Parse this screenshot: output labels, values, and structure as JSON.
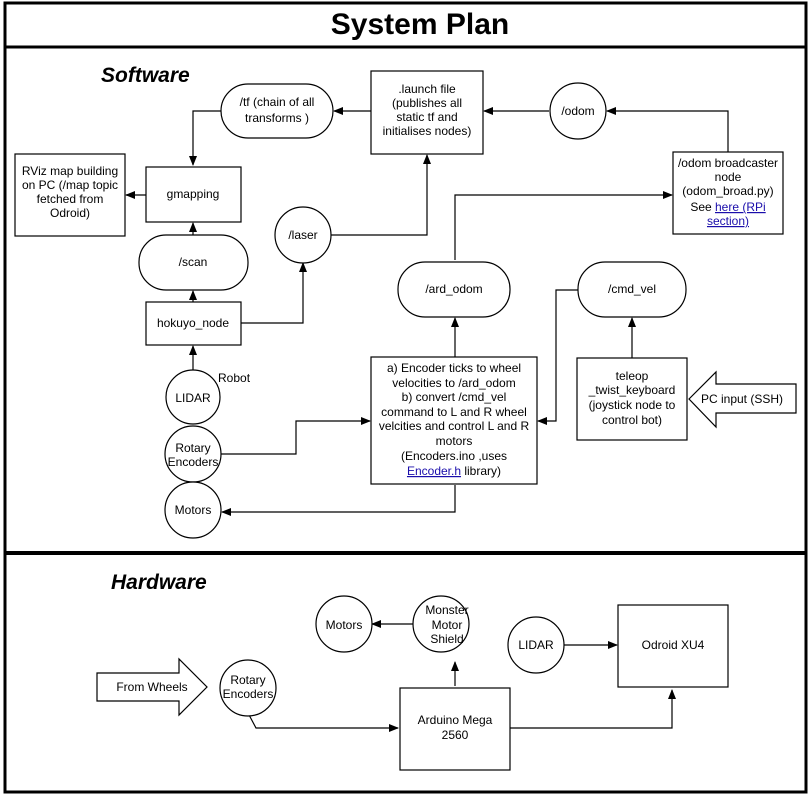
{
  "title": "System Plan",
  "sections": {
    "software": "Software",
    "hardware": "Hardware"
  },
  "colors": {
    "line": "#000000",
    "background": "#ffffff",
    "link": "#1a0dab"
  },
  "software": {
    "tf": [
      "/tf (chain of all",
      "transforms )"
    ],
    "launch": [
      ".launch file",
      "(publishes all",
      "static tf and",
      "initialises nodes)"
    ],
    "odom": "/odom",
    "rviz": [
      "RViz map building",
      "on PC (/map topic",
      "fetched from",
      "Odroid)"
    ],
    "gmapping": "gmapping",
    "odom_broadcaster": [
      "/odom broadcaster",
      "node",
      "(odom_broad.py)",
      "See"
    ],
    "odom_broadcaster_link": [
      "here (RPi",
      "section)"
    ],
    "scan": "/scan",
    "laser": "/laser",
    "ard_odom": "/ard_odom",
    "cmd_vel": "/cmd_vel",
    "hokuyo": "hokuyo_node",
    "robot_label": "Robot",
    "lidar": "LIDAR",
    "rotary_encoders": [
      "Rotary",
      "Encoders"
    ],
    "motors": "Motors",
    "encoder_box": [
      "a) Encoder ticks to wheel",
      "velocities to /ard_odom",
      "b) convert /cmd_vel",
      "command to L and R wheel",
      "velcities and control L and R",
      "motors",
      "(Encoders.ino ,uses"
    ],
    "encoder_box_link": "Encoder.h",
    "encoder_box_tail": " library)",
    "teleop": [
      "teleop",
      "_twist_keyboard",
      "(joystick node to",
      "control bot)"
    ],
    "pc_input": "PC input (SSH)"
  },
  "hardware": {
    "motors": "Motors",
    "monster": [
      "Monster",
      "Motor",
      "Shield"
    ],
    "lidar": "LIDAR",
    "odroid": "Odroid XU4",
    "from_wheels": "From Wheels",
    "rotary_encoders": [
      "Rotary",
      "Encoders"
    ],
    "arduino": [
      "Arduino Mega",
      "2560"
    ]
  }
}
